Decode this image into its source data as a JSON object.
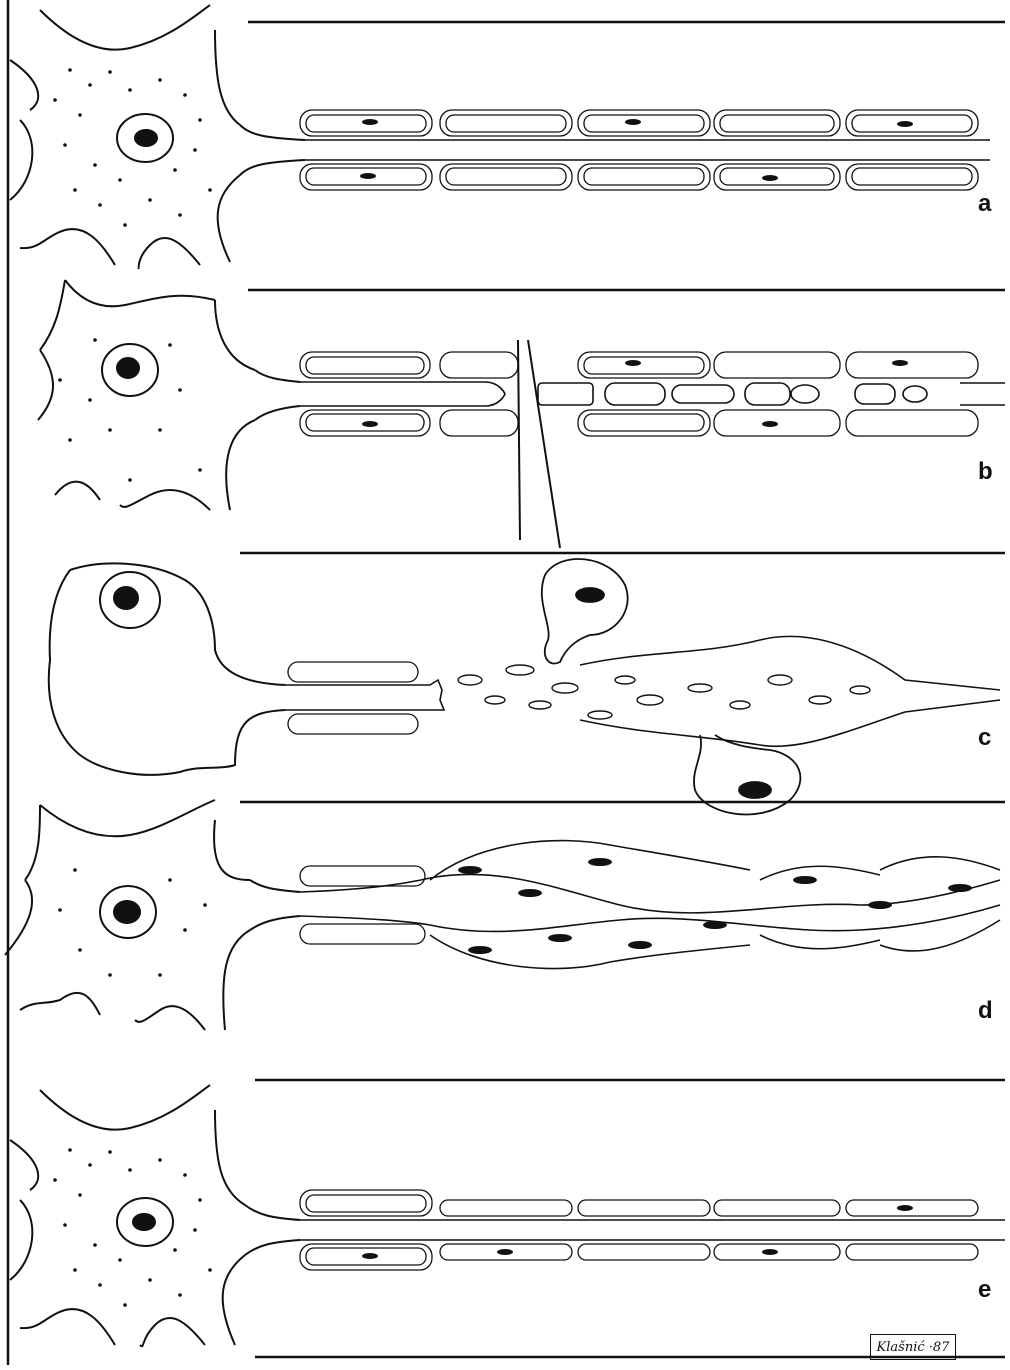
{
  "figure": {
    "panels": [
      {
        "letter": "a",
        "stage": "intact"
      },
      {
        "letter": "b",
        "stage": "transection"
      },
      {
        "letter": "c",
        "stage": "degeneration"
      },
      {
        "letter": "d",
        "stage": "schwann-proliferation"
      },
      {
        "letter": "e",
        "stage": "regenerated"
      }
    ],
    "signature": "Klašnić ·87",
    "colors": {
      "ink": "#111111",
      "paper": "#ffffff"
    }
  }
}
